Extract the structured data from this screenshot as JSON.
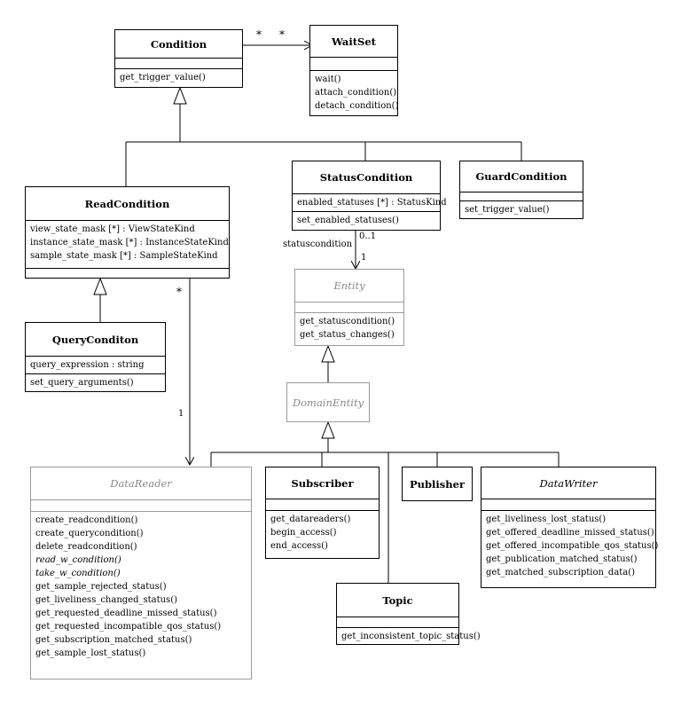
{
  "classes": {
    "condition": {
      "name": "Condition",
      "methods": [
        "get_trigger_value()"
      ]
    },
    "waitset": {
      "name": "WaitSet",
      "methods": [
        "wait()",
        "attach_condition()",
        "detach_condition()"
      ]
    },
    "readcondition": {
      "name": "ReadCondition",
      "attributes": [
        "view_state_mask [*] : ViewStateKind",
        "instance_state_mask [*] : InstanceStateKind",
        "sample_state_mask [*] : SampleStateKind"
      ]
    },
    "statuscondition": {
      "name": "StatusCondition",
      "attributes": [
        "enabled_statuses [*] : StatusKind"
      ],
      "methods": [
        "set_enabled_statuses()"
      ]
    },
    "guardcondition": {
      "name": "GuardCondition",
      "methods": [
        "set_trigger_value()"
      ]
    },
    "querycondition": {
      "name": "QueryConditon",
      "attributes": [
        "query_expression : string"
      ],
      "methods": [
        "set_query_arguments()"
      ]
    },
    "entity": {
      "name": "Entity",
      "methods": [
        "get_statuscondition()",
        "get_status_changes()"
      ]
    },
    "domainentity": {
      "name": "DomainEntity"
    },
    "datareader": {
      "name": "DataReader",
      "methods": [
        "create_readcondition()",
        "create_querycondition()",
        "delete_readcondition()",
        "read_w_condition()",
        "take_w_condition()",
        "get_sample_rejected_status()",
        "get_liveliness_changed_status()",
        "get_requested_deadline_missed_status()",
        "get_requested_incompatible_qos_status()",
        "get_subscription_matched_status()",
        "get_sample_lost_status()"
      ]
    },
    "subscriber": {
      "name": "Subscriber",
      "methods": [
        "get_datareaders()",
        "begin_access()",
        "end_access()"
      ]
    },
    "publisher": {
      "name": "Publisher"
    },
    "datawriter": {
      "name": "DataWriter",
      "methods": [
        "get_liveliness_lost_status()",
        "get_offered_deadline_missed_status()",
        "get_offered_incompatible_qos_status()",
        "get_publication_matched_status()",
        "get_matched_subscription_data()"
      ]
    },
    "topic": {
      "name": "Topic",
      "methods": [
        "get_inconsistent_topic_status()"
      ]
    }
  },
  "labels": {
    "cond_mult": "*",
    "waitset_mult": "*",
    "status_opt": "0..1",
    "status_role": "statuscondition",
    "entity_one": "1",
    "rc_star": "*",
    "dr_one": "1"
  }
}
